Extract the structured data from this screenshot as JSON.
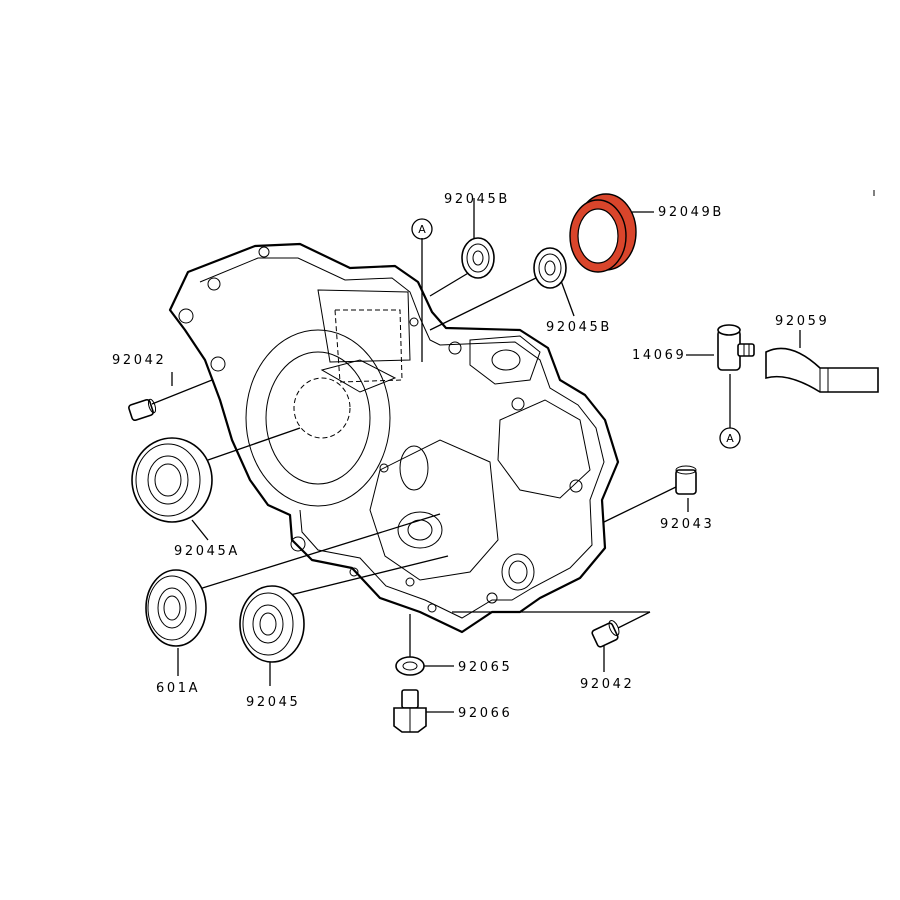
{
  "diagram": {
    "labels": {
      "p92045B_top": "92045B",
      "p92049B": "92049B",
      "p92045B_mid": "92045B",
      "p92059": "92059",
      "p14069": "14069",
      "p92042_left": "92042",
      "p92045A": "92045A",
      "p92043": "92043",
      "p601A": "601A",
      "p92045": "92045",
      "p92065": "92065",
      "p92066": "92066",
      "p92042_right": "92042"
    },
    "callouts": {
      "callout_top": "A",
      "callout_right": "A"
    },
    "highlight_color": "#d9452b"
  }
}
